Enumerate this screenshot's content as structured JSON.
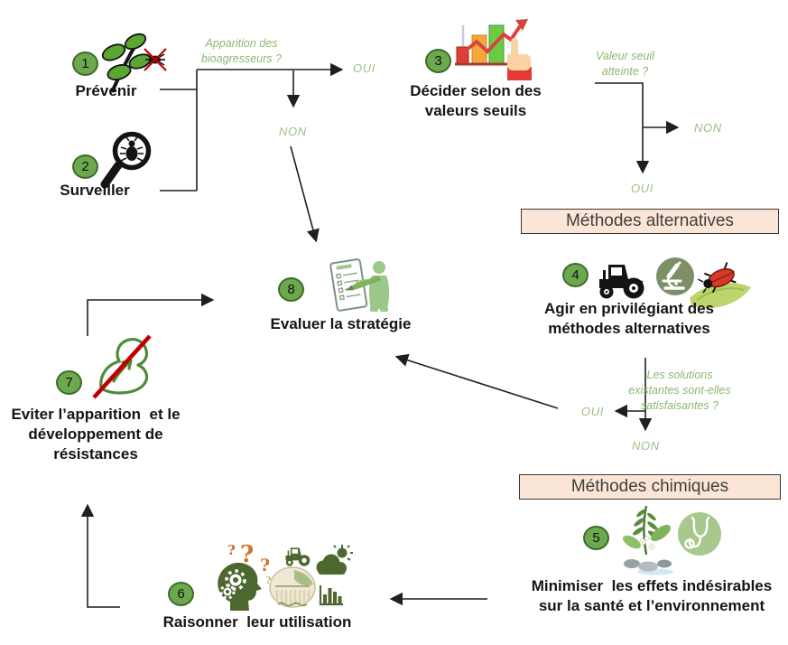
{
  "colors": {
    "step_circle_fill": "#6CA84D",
    "step_circle_border": "#3E6B2B",
    "question_text_green": "#8CB870",
    "branch_label_green": "#9DBE87",
    "banner_fill": "#FBE5D6",
    "banner_border": "#383838",
    "arrow_black": "#1F1F1F",
    "prohibition_red": "#C00000"
  },
  "steps": [
    {
      "number": "1",
      "label": "Prévenir",
      "icons": [
        "plant-sprig-icon",
        "crossed-pest-icon"
      ]
    },
    {
      "number": "2",
      "label": "Surveiller",
      "icons": [
        "magnifier-bug-icon"
      ]
    },
    {
      "number": "3",
      "label": "Décider selon des\nvaleurs seuils",
      "icons": [
        "threshold-chart-icon",
        "pointing-hand-icon"
      ]
    },
    {
      "number": "4",
      "label": "Agir en privilégiant des\nméthodes alternatives",
      "icons": [
        "tractor-icon",
        "microscope-badge-icon",
        "beetle-leaf-icon"
      ]
    },
    {
      "number": "5",
      "label": "Minimiser  les effets indésirables\nsur la santé et l’environnement",
      "icons": [
        "plants-water-icon",
        "stethoscope-badge-icon"
      ]
    },
    {
      "number": "6",
      "label": "Raisonner  leur utilisation",
      "icons": [
        "thinking-head-gears-icon",
        "question-marks-icon",
        "mini-tractor-icon",
        "field-sprayer-icon",
        "cloud-sun-icon",
        "bar-chart-icon"
      ]
    },
    {
      "number": "7",
      "label": "Eviter l’apparition  et le\ndéveloppement de\nrésistances",
      "icons": [
        "no-resistance-arm-icon"
      ]
    },
    {
      "number": "8",
      "label": "Evaluer la stratégie",
      "icons": [
        "checklist-person-icon"
      ]
    }
  ],
  "questions": [
    {
      "text": "Apparition des\nbioagresseurs ?",
      "yes": "OUI",
      "no": "NON"
    },
    {
      "text": "Valeur seuil\natteinte ?",
      "yes": "OUI",
      "no": "NON"
    },
    {
      "text": "Les solutions\nexistantes sont-elles\nsatisfaisantes ?",
      "yes": "OUI",
      "no": "NON"
    }
  ],
  "banners": [
    {
      "label": "Méthodes alternatives"
    },
    {
      "label": "Méthodes chimiques"
    }
  ]
}
